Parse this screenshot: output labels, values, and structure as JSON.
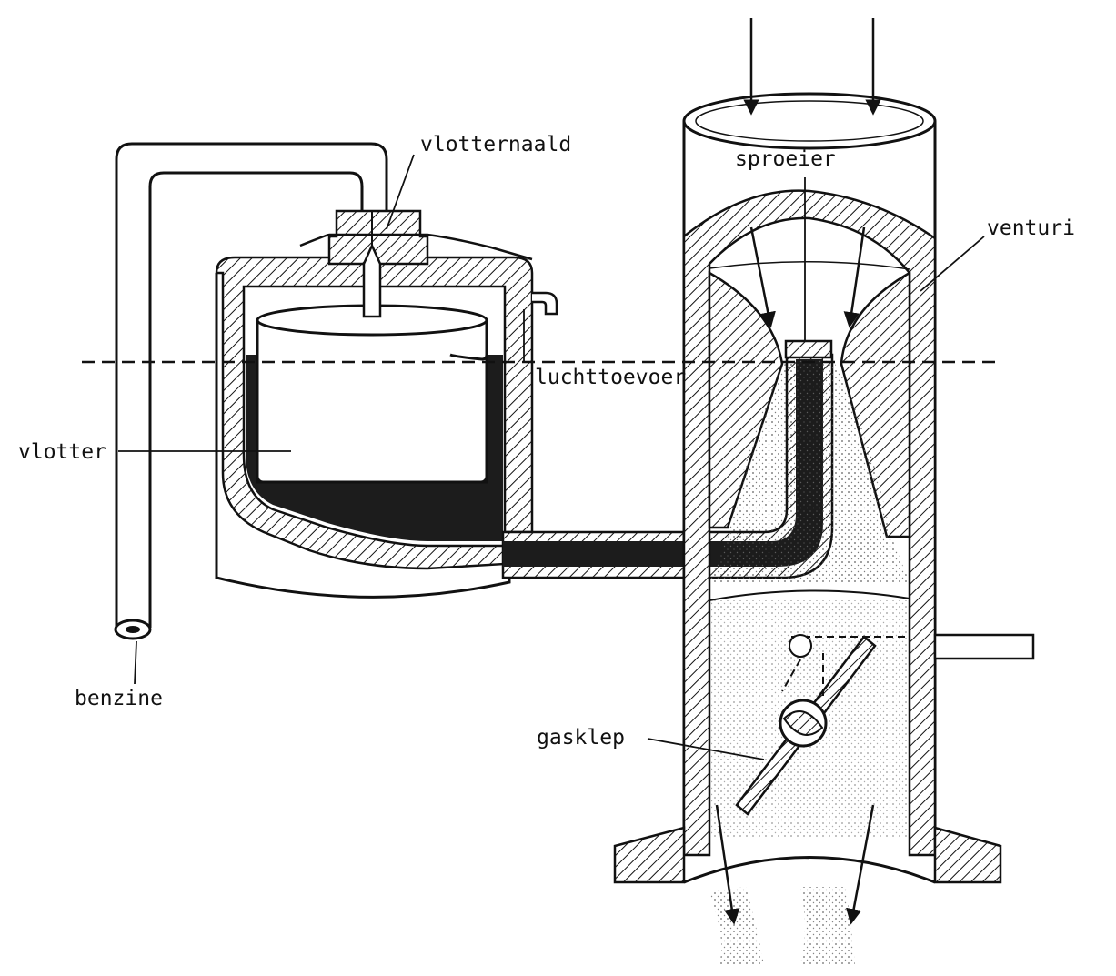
{
  "labels": {
    "float_needle": "vlotternaald",
    "sprayer": "sproeier",
    "venturi": "venturi",
    "air_inlet": "luchttoevoer",
    "float": "vlotter",
    "fuel": "benzine",
    "throttle": "gasklep"
  },
  "colors": {
    "ink": "#111111",
    "fuel": "#1c1c1c",
    "paper": "#ffffff",
    "bleed_text": "#d3d3d3"
  }
}
